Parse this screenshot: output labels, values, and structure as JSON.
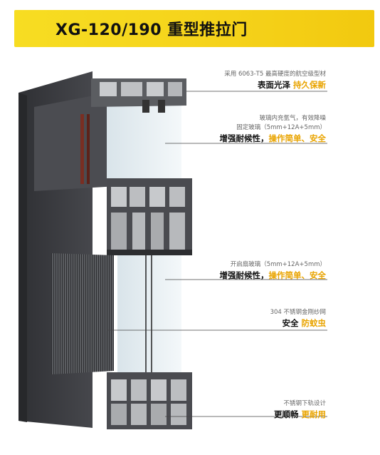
{
  "title": "XG-120/190 重型推拉门",
  "annotations": [
    {
      "small": [
        "采用 6063-T5 最高硬度的航空级型材"
      ],
      "main": "表面光泽",
      "highlight": "持久保新"
    },
    {
      "small": [
        "玻璃内充氩气，有效降噪",
        "固定玻璃（5mm+12A+5mm）"
      ],
      "main": "增强耐候性，",
      "highlight": "操作简单、安全"
    },
    {
      "small": [
        "开启扇玻璃（5mm+12A+5mm）"
      ],
      "main": "增强耐候性，",
      "highlight": "操作简单、安全"
    },
    {
      "small": [
        "304 不锈钢金刚纱网"
      ],
      "main": "安全",
      "highlight": "防蚊虫"
    },
    {
      "small": [
        "不锈钢下轨设计"
      ],
      "main": "更顺畅",
      "highlight": "更耐用"
    }
  ],
  "colors": {
    "banner": "#f5d21a",
    "highlight": "#e9a400",
    "frame": "#3d3e42",
    "glass": "#e6f0f4"
  }
}
